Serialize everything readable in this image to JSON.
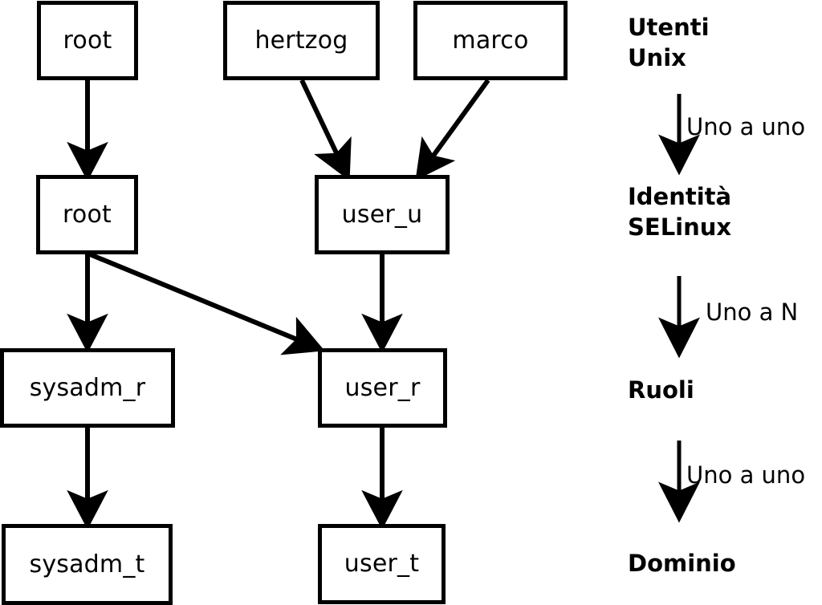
{
  "diagram": {
    "title": "Utenti Unix, Identita SELinux, Ruoli, Dominio",
    "background_color": "#ffffff",
    "stroke_color": "#000000"
  },
  "nodes": [
    {
      "id": "unix-root",
      "label": "root",
      "column": "left",
      "row": "users"
    },
    {
      "id": "unix-hertzog",
      "label": "hertzog",
      "column": "mid",
      "row": "users"
    },
    {
      "id": "unix-marco",
      "label": "marco",
      "column": "right",
      "row": "users"
    },
    {
      "id": "ident-root",
      "label": "root",
      "column": "left",
      "row": "identities"
    },
    {
      "id": "ident-user-u",
      "label": "user_u",
      "column": "mid",
      "row": "identities"
    },
    {
      "id": "role-sysadm-r",
      "label": "sysadm_r",
      "column": "left",
      "row": "roles"
    },
    {
      "id": "role-user-r",
      "label": "user_r",
      "column": "mid",
      "row": "roles"
    },
    {
      "id": "domain-sysadm-t",
      "label": "sysadm_t",
      "column": "left",
      "row": "domains"
    },
    {
      "id": "domain-user-t",
      "label": "user_t",
      "column": "mid",
      "row": "domains"
    }
  ],
  "edges": [
    {
      "from": "unix-root",
      "to": "ident-root"
    },
    {
      "from": "unix-hertzog",
      "to": "ident-user-u"
    },
    {
      "from": "unix-marco",
      "to": "ident-user-u"
    },
    {
      "from": "ident-root",
      "to": "role-sysadm-r"
    },
    {
      "from": "ident-root",
      "to": "role-user-r"
    },
    {
      "from": "ident-user-u",
      "to": "role-user-r"
    },
    {
      "from": "role-sysadm-r",
      "to": "domain-sysadm-t"
    },
    {
      "from": "role-user-r",
      "to": "domain-user-t"
    }
  ],
  "legend": {
    "stages": [
      {
        "id": "stage-utenti-unix",
        "label": "Utenti\nUnix"
      },
      {
        "id": "stage-identita-selinux",
        "label": "Identità\nSELinux"
      },
      {
        "id": "stage-ruoli",
        "label": "Ruoli"
      },
      {
        "id": "stage-dominio",
        "label": "Dominio"
      }
    ],
    "relations": [
      {
        "id": "relation-users-to-identities",
        "label": "Uno a uno"
      },
      {
        "id": "relation-identities-to-roles",
        "label": "Uno a N"
      },
      {
        "id": "relation-roles-to-domains",
        "label": "Uno a uno"
      }
    ]
  }
}
